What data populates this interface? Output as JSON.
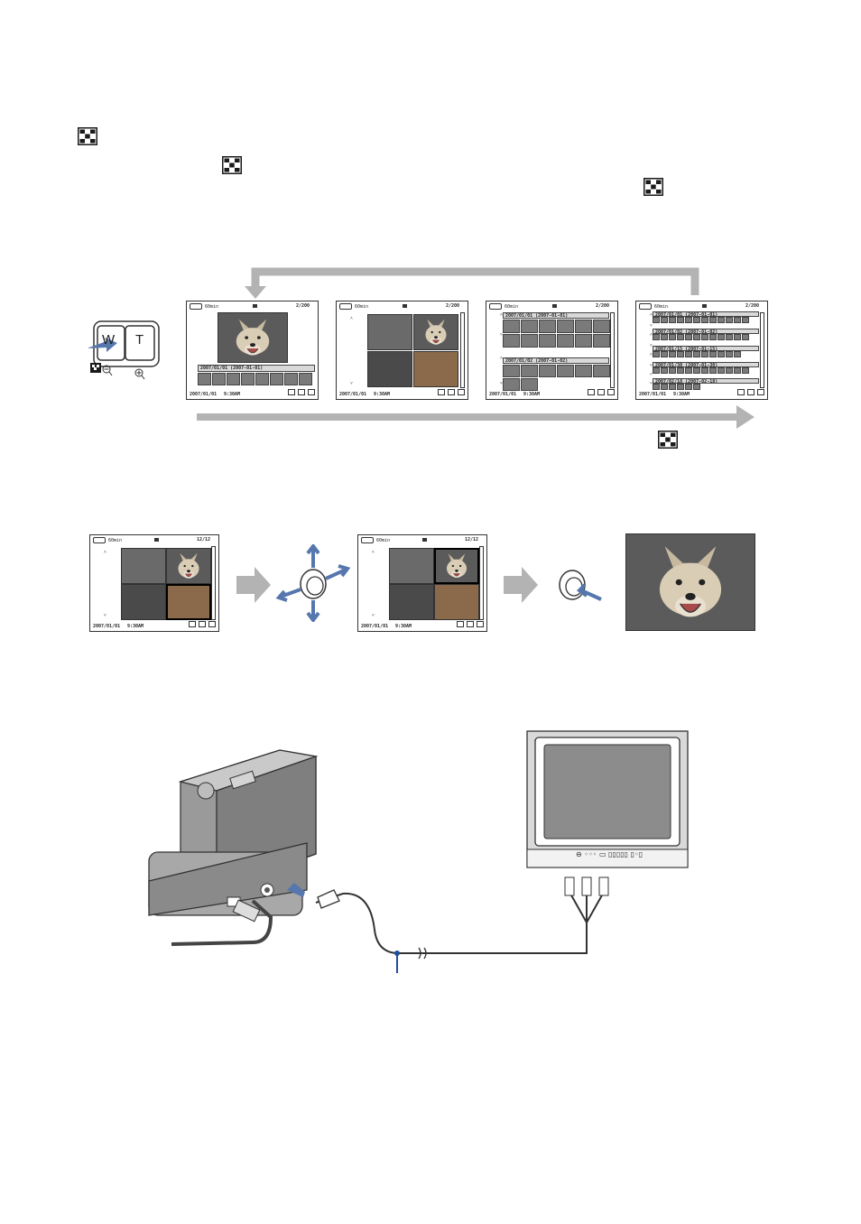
{
  "icons": {
    "index_icon": "index-grid-icon",
    "zoom_out_icon": "magnifier-minus-icon",
    "zoom_in_icon": "magnifier-plus-icon"
  },
  "colors": {
    "arrow_gray": "#b3b3b3",
    "accent_blue": "#1f4e9a",
    "press_arrow": "#5677ad"
  },
  "zoom_lever": {
    "w": "W",
    "t": "T"
  },
  "index_screens": [
    {
      "top_left": "60min",
      "count": "2/200",
      "date": "2007/01/01",
      "time": "9:30AM",
      "group": "2007/01/01  (2007-01-01)"
    },
    {
      "top_left": "60min",
      "count": "2/200",
      "date": "2007/01/01",
      "time": "9:30AM"
    },
    {
      "top_left": "60min",
      "count": "2/200",
      "date": "2007/01/01",
      "time": "9:30AM",
      "group1": "2007/01/01  (2007-01-01)",
      "group2": "2007/01/02  (2007-01-02)"
    },
    {
      "top_left": "60min",
      "count": "2/200",
      "date": "2007/01/01",
      "time": "9:30AM",
      "groups": [
        "2007/01/01  (2007-01-01)",
        "2007/01/02  (2007-01-02)",
        "2007/01/15  (2007-01-15)",
        "2007/01/30  (2007-01-30)",
        "2007/02/18  (2007-02-18)"
      ]
    }
  ],
  "nav_screens": [
    {
      "top_left": "60min",
      "count": "12/12",
      "date": "2007/01/01",
      "time": "9:30AM"
    },
    {
      "top_left": "60min",
      "count": "12/12",
      "date": "2007/01/01",
      "time": "9:30AM"
    }
  ],
  "tv_panel": "⊖ ◦◦◦ ▭ ▯▯▯▯▯ ▯◦▯"
}
